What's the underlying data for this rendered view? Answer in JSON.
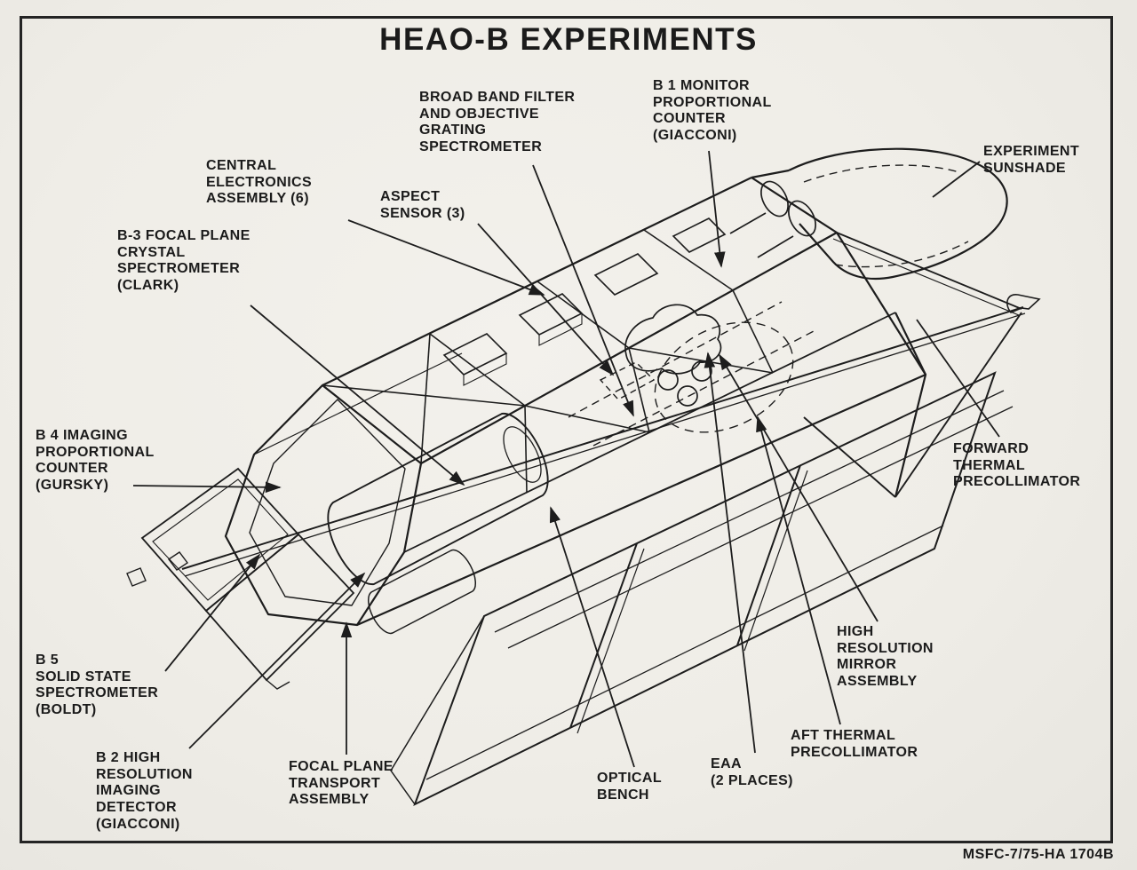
{
  "page": {
    "title": "HEAO-B EXPERIMENTS",
    "credit": "MSFC-7/75-HA 1704B"
  },
  "colors": {
    "paper": "#f0eee8",
    "ink": "#1c1c1c"
  },
  "callouts": {
    "broad_band": "BROAD BAND FILTER\nAND OBJECTIVE\nGRATING\nSPECTROMETER",
    "b1_monitor": "B 1 MONITOR\nPROPORTIONAL\nCOUNTER\n(GIACCONI)",
    "experiment_sunshade": "EXPERIMENT\nSUNSHADE",
    "central_electronics": "CENTRAL\nELECTRONICS\nASSEMBLY (6)",
    "aspect_sensor": "ASPECT\nSENSOR (3)",
    "b3_focal_plane": "B-3 FOCAL PLANE\nCRYSTAL\nSPECTROMETER\n(CLARK)",
    "b4_imaging": "B 4 IMAGING\nPROPORTIONAL\nCOUNTER\n(GURSKY)",
    "forward_thermal": "FORWARD\nTHERMAL\nPRECOLLIMATOR",
    "b5_solid_state": "B 5\nSOLID STATE\nSPECTROMETER\n(BOLDT)",
    "b2_high_resolution": "B 2 HIGH\nRESOLUTION\nIMAGING\nDETECTOR\n(GIACCONI)",
    "focal_plane_transport": "FOCAL PLANE\nTRANSPORT\nASSEMBLY",
    "optical_bench": "OPTICAL\nBENCH",
    "eaa": "EAA\n(2 PLACES)",
    "aft_thermal": "AFT THERMAL\nPRECOLLIMATOR",
    "high_res_mirror": "HIGH\nRESOLUTION\nMIRROR\nASSEMBLY"
  }
}
